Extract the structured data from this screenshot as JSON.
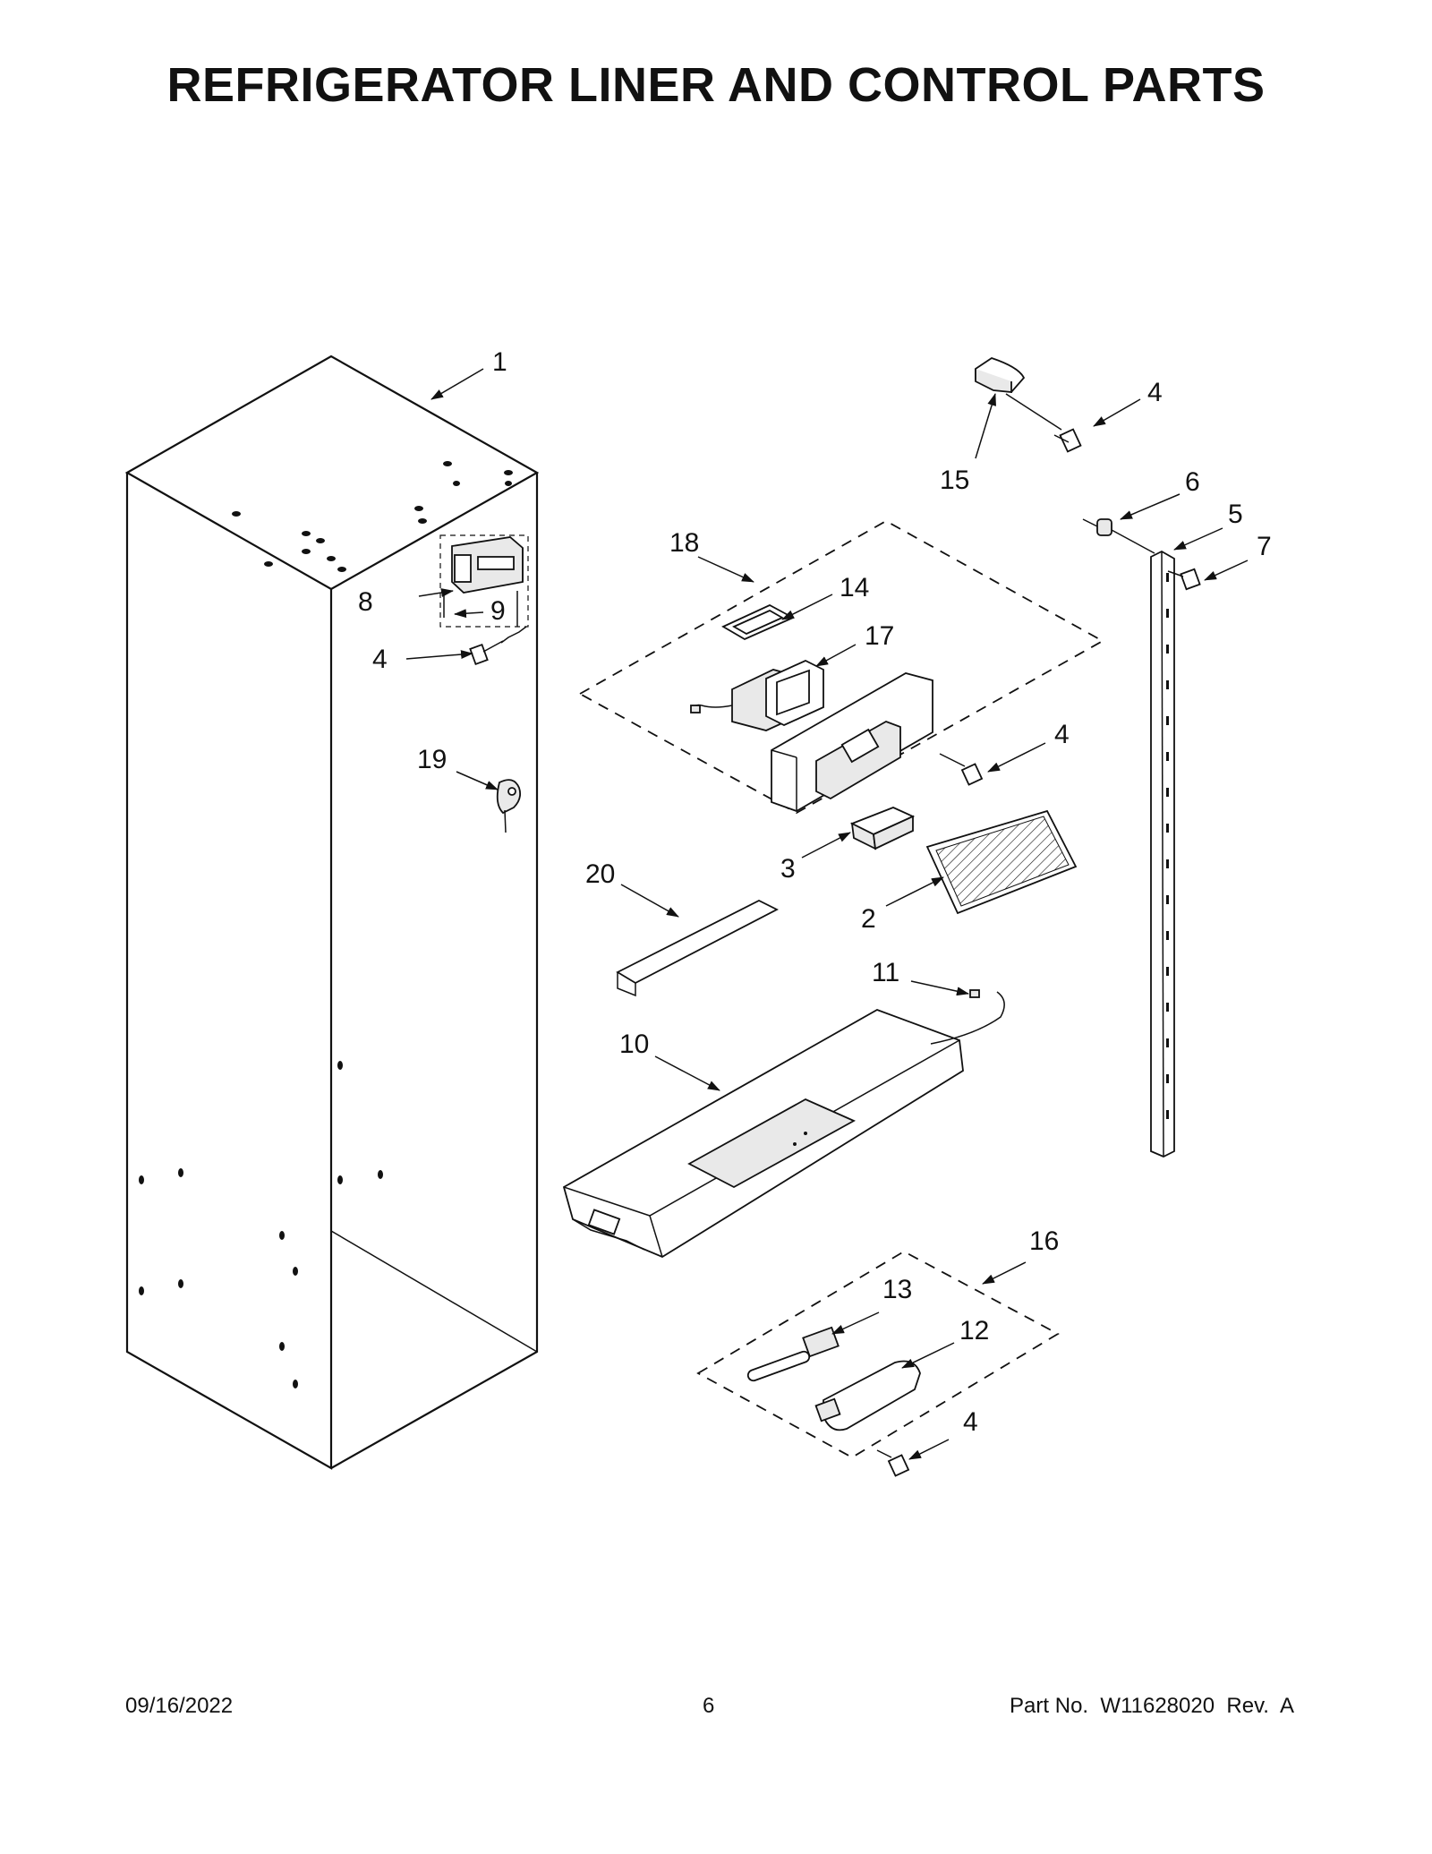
{
  "title": "REFRIGERATOR LINER AND CONTROL PARTS",
  "footer": {
    "date": "09/16/2022",
    "page": "6",
    "part_no": "Part No.  W11628020  Rev.  A"
  },
  "callouts": {
    "c1": "1",
    "c2": "2",
    "c3": "3",
    "c4a": "4",
    "c4b": "4",
    "c4c": "4",
    "c4d": "4",
    "c5": "5",
    "c6": "6",
    "c7": "7",
    "c8": "8",
    "c9": "9",
    "c10": "10",
    "c11": "11",
    "c12": "12",
    "c13": "13",
    "c14": "14",
    "c15": "15",
    "c16": "16",
    "c17": "17",
    "c18": "18",
    "c19": "19",
    "c20": "20"
  }
}
